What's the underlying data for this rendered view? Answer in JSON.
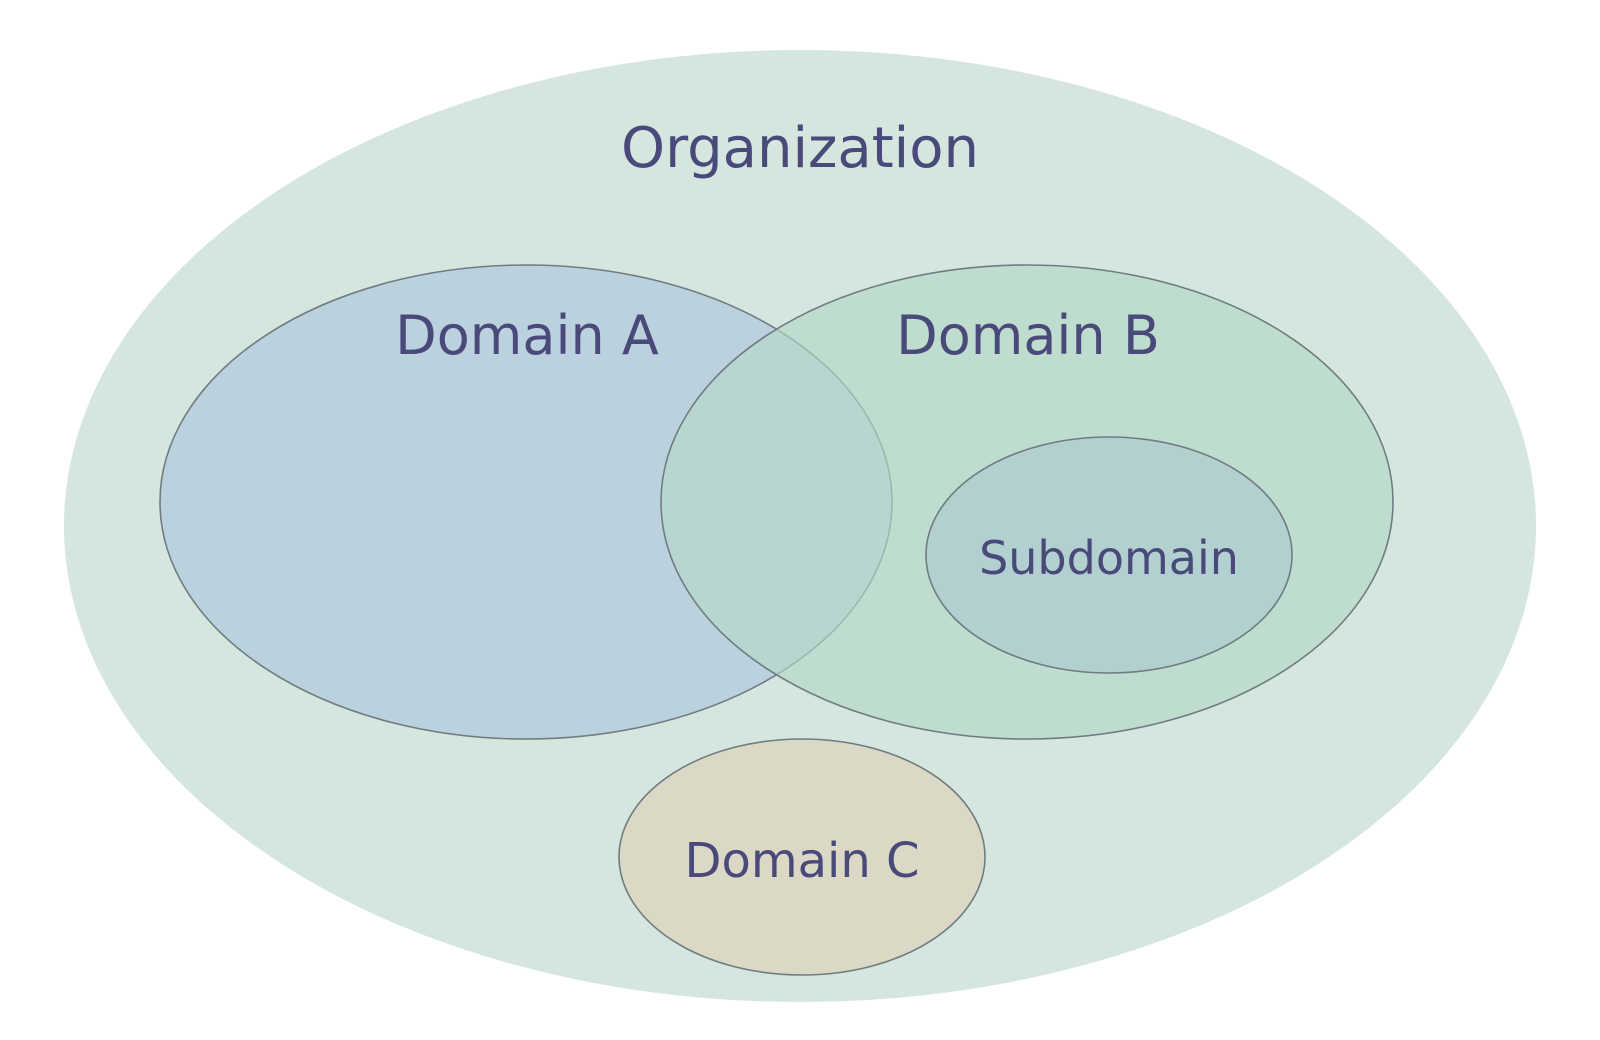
{
  "diagram": {
    "organization": {
      "label": "Organization"
    },
    "domains": {
      "a": {
        "label": "Domain A"
      },
      "b": {
        "label": "Domain B"
      },
      "c": {
        "label": "Domain C"
      },
      "subdomain": {
        "label": "Subdomain"
      }
    }
  },
  "colors": {
    "organization_fill": "#d5e6df",
    "domain_a_fill": "#b2cade",
    "domain_b_fill": "#b4d8c6",
    "domain_c_fill": "#dbd8c6",
    "subdomain_fill": "#b3d0d1",
    "outline": "#6f7c80",
    "text": "#49497a"
  }
}
